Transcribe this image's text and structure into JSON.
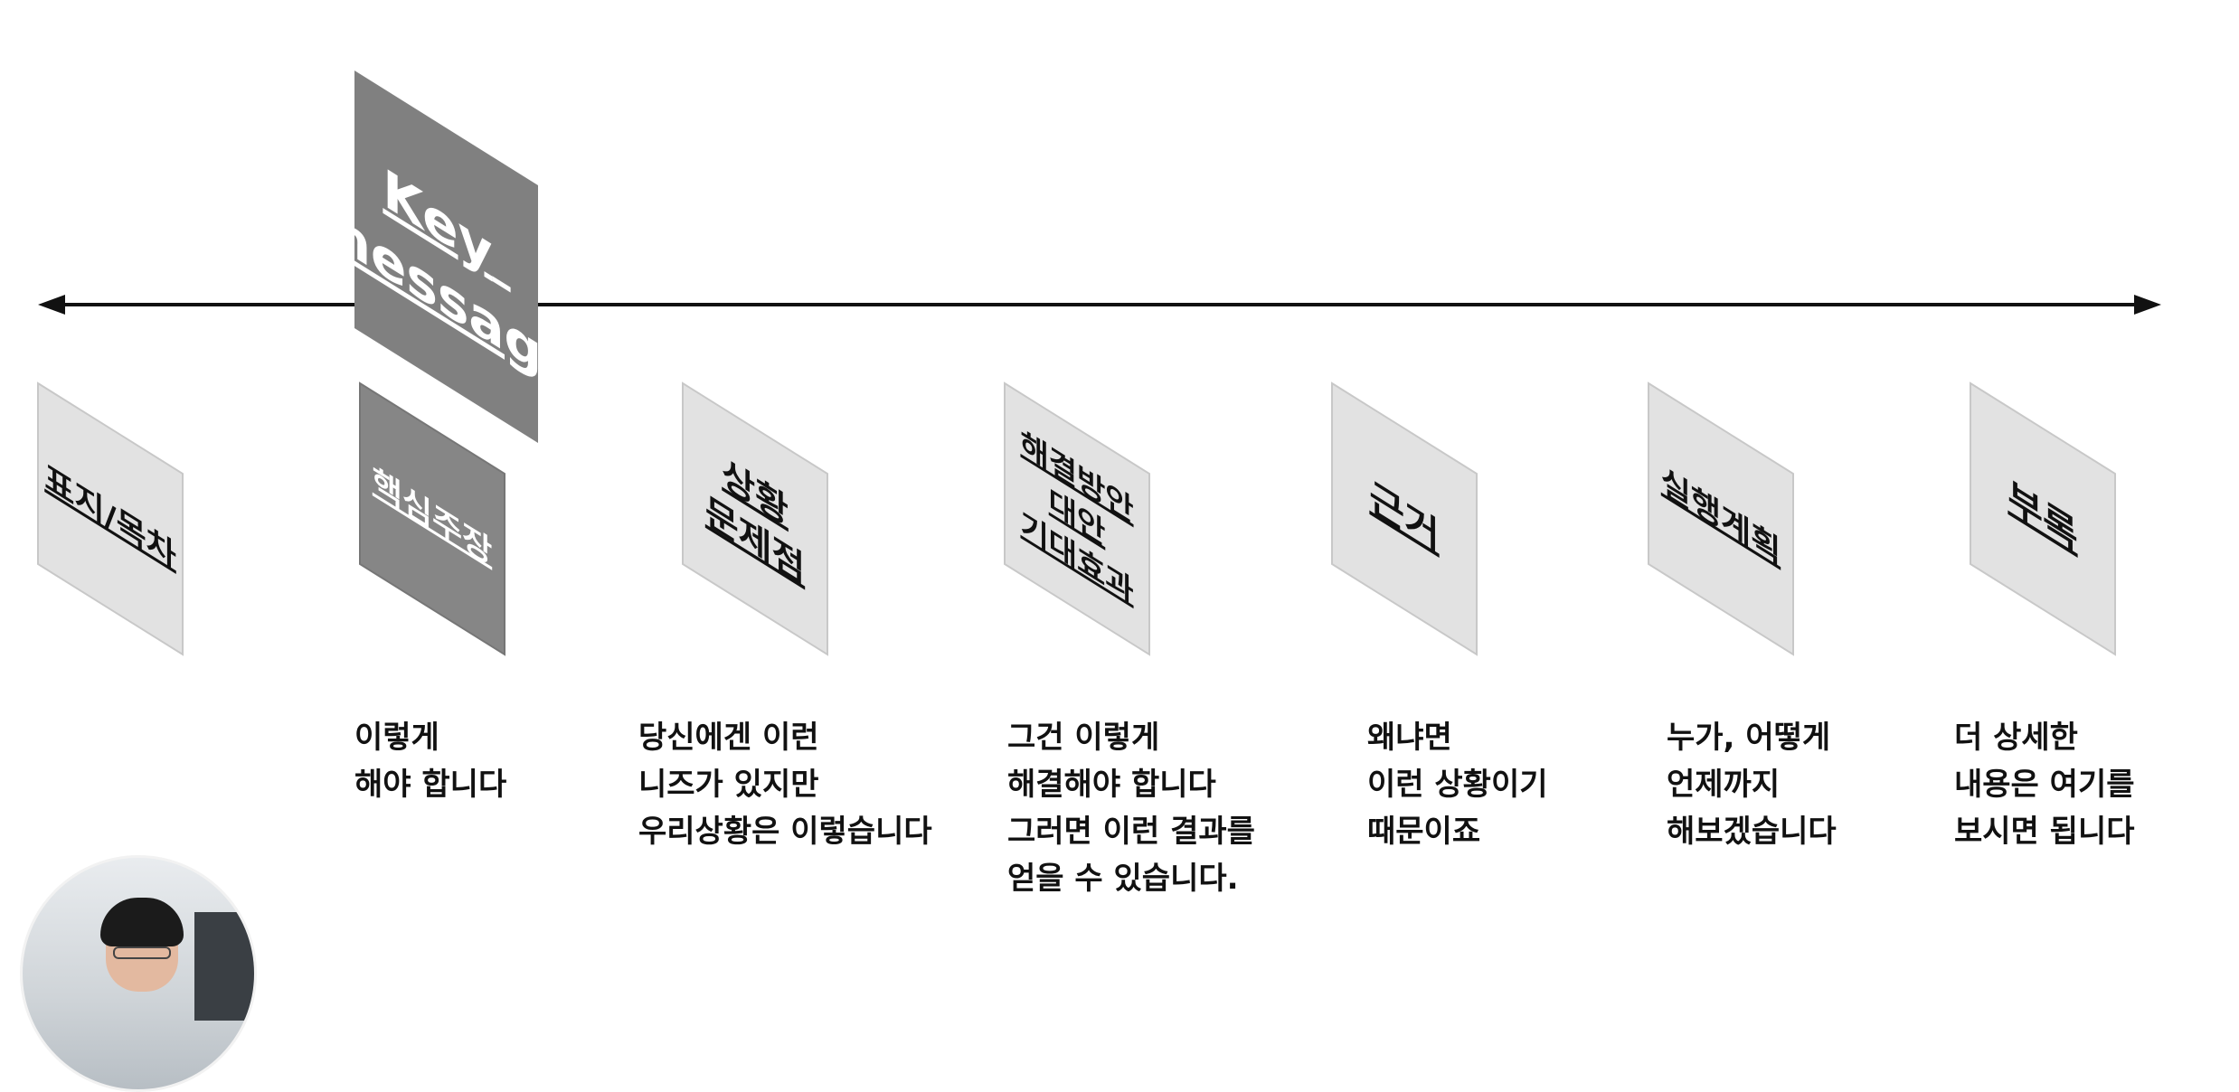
{
  "key_message": {
    "label_lines": [
      "Key",
      "message"
    ]
  },
  "timeline": {
    "stages": [
      {
        "id": "cover",
        "label_lines": [
          "표지/목차"
        ],
        "desc_lines": []
      },
      {
        "id": "core",
        "label_lines": [
          "핵심주장"
        ],
        "desc_lines": [
          "이렇게",
          "해야 합니다"
        ]
      },
      {
        "id": "situation",
        "label_lines": [
          "상황",
          "문제점"
        ],
        "desc_lines": [
          "당신에겐 이런",
          "니즈가 있지만",
          "우리상황은 이렇습니다"
        ]
      },
      {
        "id": "solution",
        "label_lines": [
          "해결방안",
          "대안",
          "기대효과"
        ],
        "desc_lines": [
          "그건 이렇게",
          "해결해야 합니다",
          "그러면 이런 결과를",
          "얻을 수 있습니다."
        ]
      },
      {
        "id": "evidence",
        "label_lines": [
          "근거"
        ],
        "desc_lines": [
          "왜냐면",
          "이런 상황이기",
          "때문이죠"
        ]
      },
      {
        "id": "plan",
        "label_lines": [
          "실행계획"
        ],
        "desc_lines": [
          "누가, 어떻게",
          "언제까지",
          "해보겠습니다"
        ]
      },
      {
        "id": "appendix",
        "label_lines": [
          "부록"
        ],
        "desc_lines": [
          "더 상세한",
          "내용은 여기를",
          "보시면 됩니다"
        ]
      }
    ]
  },
  "colors": {
    "card_light_fill": "#e2e2e2",
    "card_light_stroke": "#c8c8c8",
    "card_dark_fill": "#868686",
    "card_dark_stroke": "#767676",
    "key_fill": "#808080",
    "text_dark": "#111111",
    "text_light": "#ffffff",
    "arrow": "#111111"
  },
  "icons": {
    "arrow_left": "left-arrowhead-icon",
    "arrow_right": "right-arrowhead-icon"
  }
}
